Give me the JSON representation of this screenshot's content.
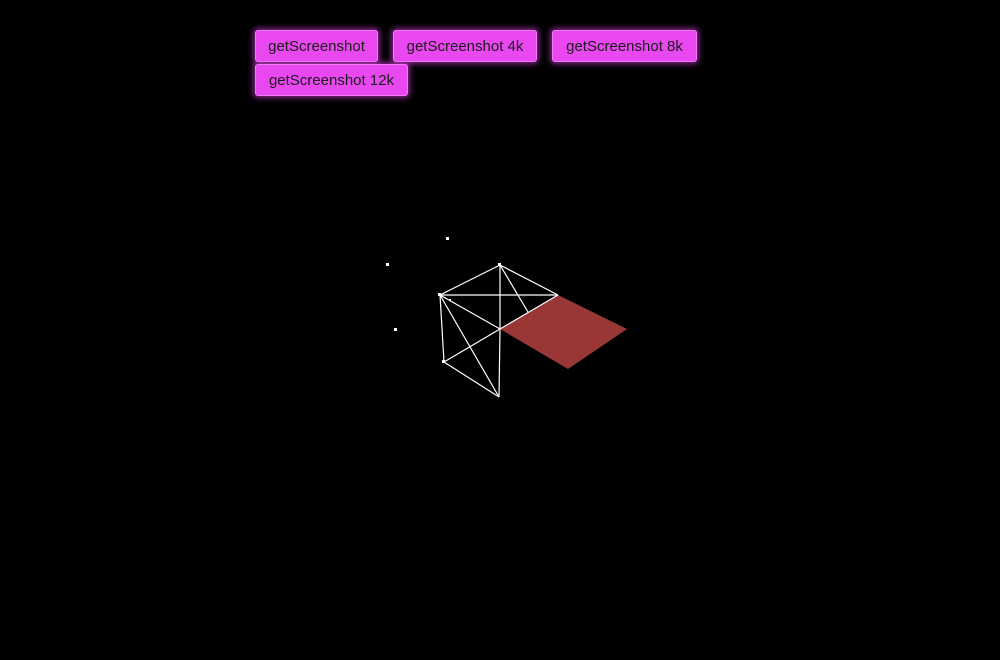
{
  "toolbar": {
    "buttons": [
      {
        "label": "getScreenshot"
      },
      {
        "label": "getScreenshot 4k"
      },
      {
        "label": "getScreenshot 8k"
      },
      {
        "label": "getScreenshot 12k"
      }
    ]
  },
  "scene": {
    "background_color": "#000000",
    "plane_color": "#a13a3a",
    "wireframe_color": "#ffffff"
  },
  "colors": {
    "button_bg": "#e948f0",
    "button_text": "#1a1a1a"
  }
}
